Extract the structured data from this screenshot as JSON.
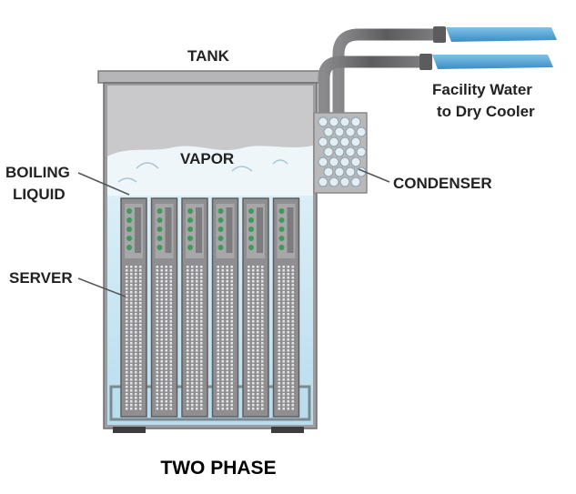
{
  "labels": {
    "tank": "TANK",
    "vapor": "VAPOR",
    "boiling_line1": "BOILING",
    "boiling_line2": "LIQUID",
    "server": "SERVER",
    "condenser": "CONDENSER",
    "facility_line1": "Facility Water",
    "facility_line2": "to Dry Cooler"
  },
  "caption": "TWO PHASE",
  "colors": {
    "tank_wall": "#9d9d9f",
    "tank_inner": "#d3d3d5",
    "liquid": "#c8e6f3",
    "vapor": "#eaf4f8",
    "server_body": "#8f8f91",
    "server_led": "#3f9a5a",
    "pipe": "#6e6e70",
    "water": "#4f9fd0"
  },
  "server_count": 6
}
